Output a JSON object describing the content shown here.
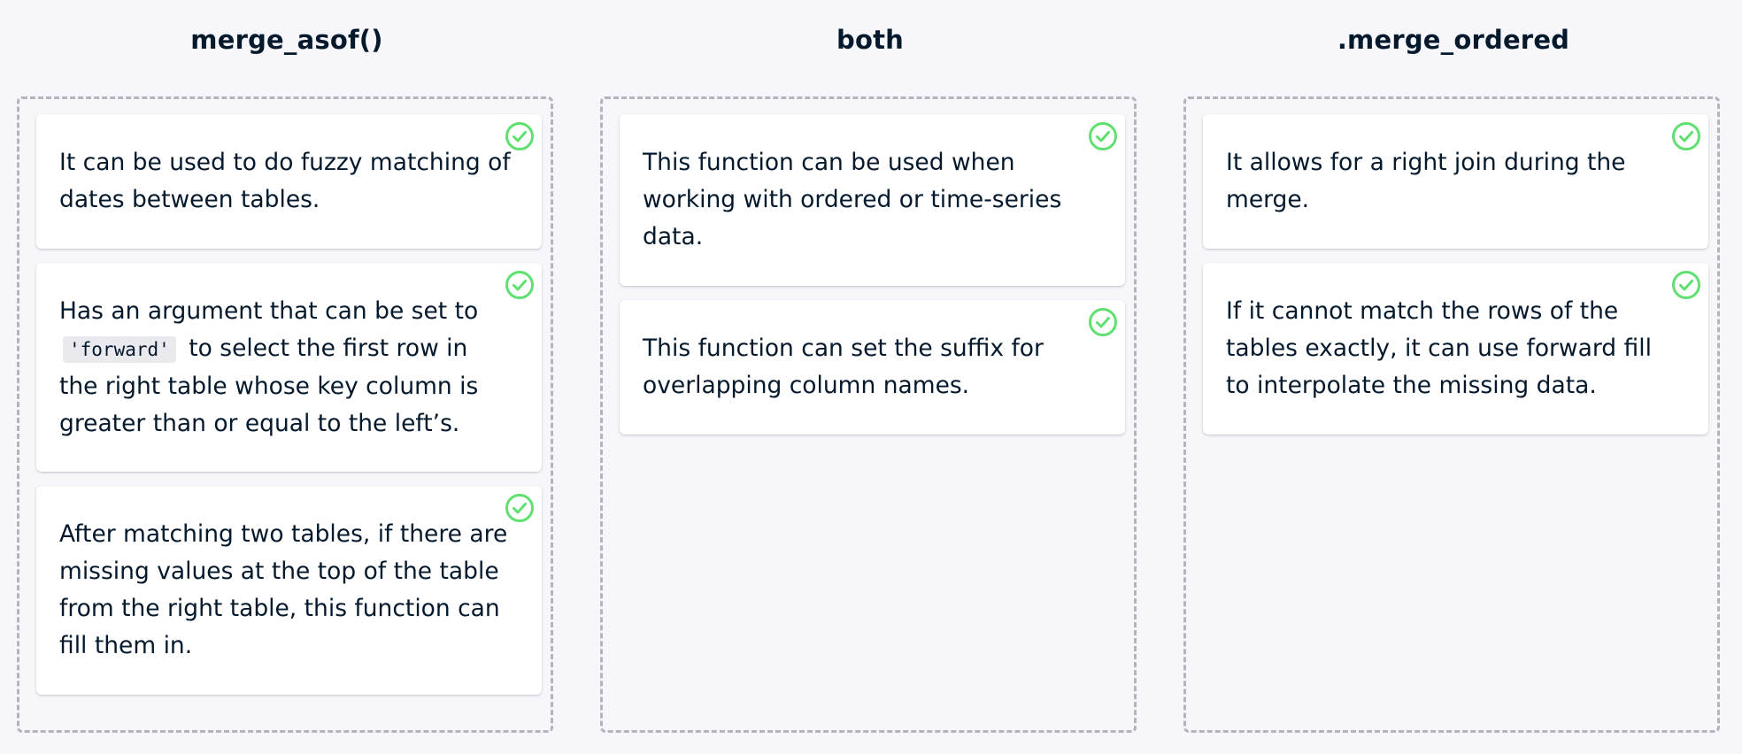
{
  "colors": {
    "background": "#f7f7fb",
    "card": "#ffffff",
    "text": "#05192d",
    "check": "#5fe070",
    "dashed_border": "#b4b4bc"
  },
  "columns": [
    {
      "title": "merge_asof()",
      "cards": [
        {
          "text": "It can be used to do fuzzy matching of dates between tables.",
          "icon": "check-circle-icon"
        },
        {
          "text_before": "Has an argument that can be set to",
          "code": "'forward'",
          "text_after": "to select the first row in the right table whose key column is greater than or equal to the left’s.",
          "icon": "check-circle-icon"
        },
        {
          "text": "After matching two tables, if there are missing values at the top of the table from the right table, this function can fill them in.",
          "icon": "check-circle-icon"
        }
      ]
    },
    {
      "title": "both",
      "cards": [
        {
          "text": "This function can be used when working with ordered or time-series data.",
          "icon": "check-circle-icon"
        },
        {
          "text": "This function can set the suffix for overlapping column names.",
          "icon": "check-circle-icon"
        }
      ]
    },
    {
      "title": ".merge_ordered",
      "cards": [
        {
          "text": "It allows for a right join during the merge.",
          "icon": "check-circle-icon"
        },
        {
          "text": "If it cannot match the rows of the tables exactly, it can use forward fill to interpolate the missing data.",
          "icon": "check-circle-icon"
        }
      ]
    }
  ]
}
